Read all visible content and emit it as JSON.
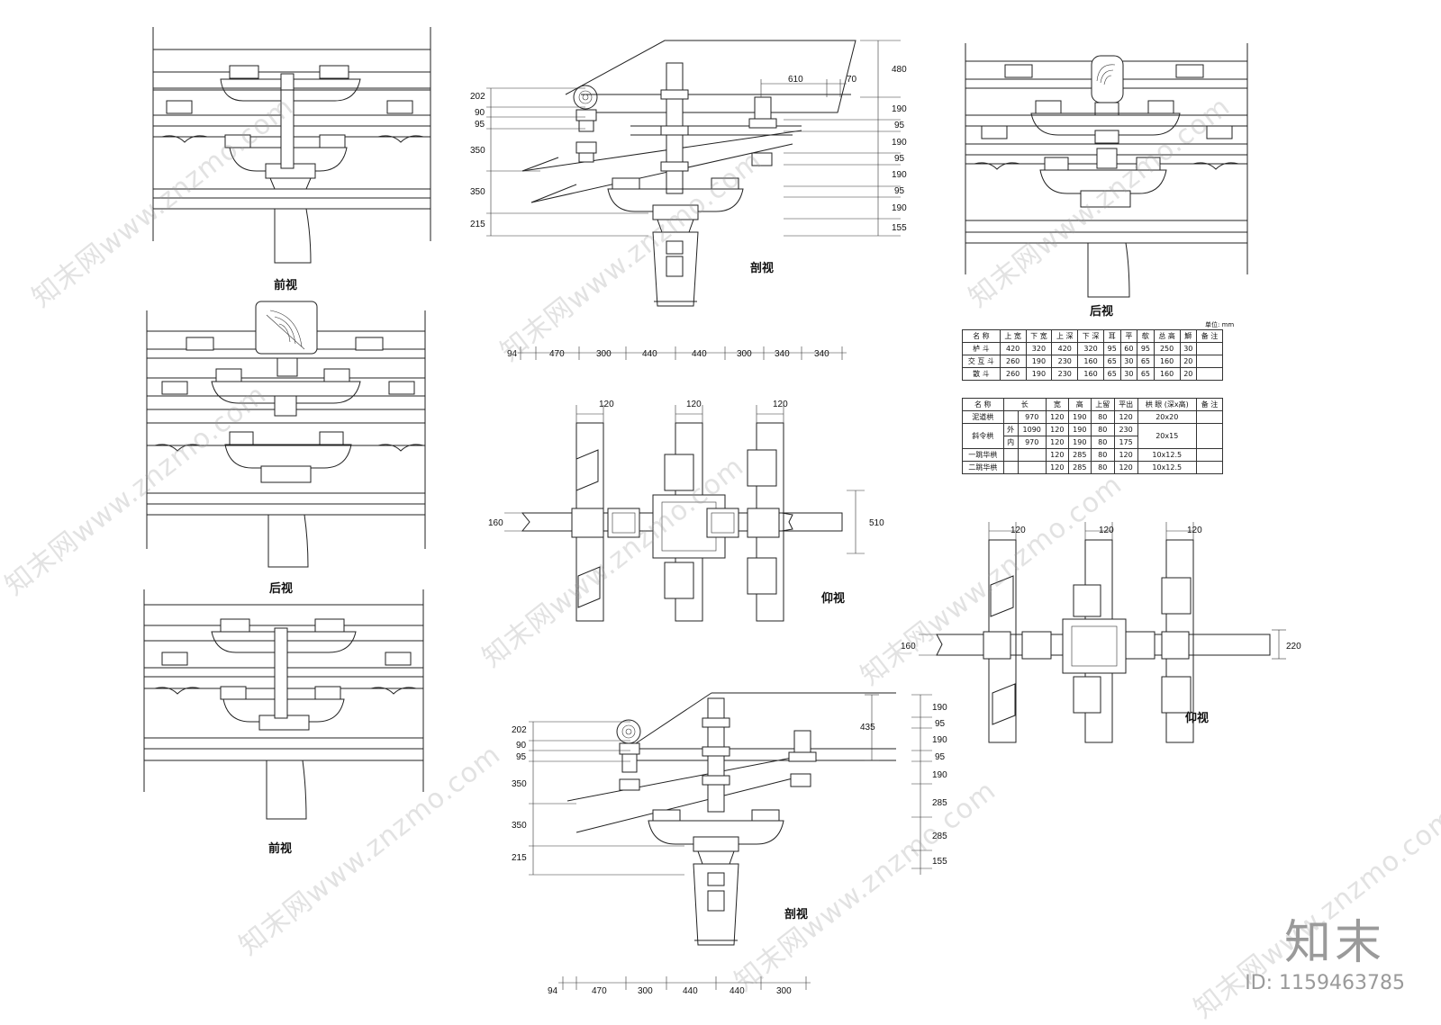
{
  "views": {
    "front_top": "前视",
    "section_top": "剖视",
    "rear_top_right": "后视",
    "rear_mid_left": "后视",
    "bottom_mid": "仰视",
    "bottom_right": "仰视",
    "front_bottom": "前视",
    "section_bottom": "剖视"
  },
  "dims": {
    "sec1_left": [
      "202",
      "90",
      "95",
      "350",
      "350",
      "215"
    ],
    "sec1_right": [
      "480",
      "190",
      "95",
      "190",
      "95",
      "190",
      "95",
      "190",
      "155"
    ],
    "sec1_top": [
      "610",
      "70"
    ],
    "sec1_bottom": [
      "94",
      "470",
      "300",
      "440",
      "440",
      "300",
      "340",
      "340"
    ],
    "plan1_top": [
      "120",
      "120",
      "120"
    ],
    "plan1_side": [
      "160",
      "510"
    ],
    "plan2_top": [
      "120",
      "120",
      "120"
    ],
    "plan2_side": [
      "160",
      "220"
    ],
    "sec2_left": [
      "202",
      "90",
      "95",
      "350",
      "350",
      "215"
    ],
    "sec2_right": [
      "190",
      "95",
      "190",
      "95",
      "190",
      "285",
      "285",
      "155"
    ],
    "sec2_mid": "435",
    "sec2_bottom": [
      "94",
      "470",
      "300",
      "440",
      "440",
      "300"
    ]
  },
  "table1": {
    "unit": "单位: mm",
    "headers": [
      "名 称",
      "上 宽",
      "下 宽",
      "上 深",
      "下 深",
      "耳",
      "平",
      "欹",
      "总 高",
      "鰤",
      "备 注"
    ],
    "rows": [
      [
        "栌 斗",
        "420",
        "320",
        "420",
        "320",
        "95",
        "60",
        "95",
        "250",
        "30",
        ""
      ],
      [
        "交 互 斗",
        "260",
        "190",
        "230",
        "160",
        "65",
        "30",
        "65",
        "160",
        "20",
        ""
      ],
      [
        "散 斗",
        "260",
        "190",
        "230",
        "160",
        "65",
        "30",
        "65",
        "160",
        "20",
        ""
      ]
    ]
  },
  "table2": {
    "headers": [
      "名 称",
      "长",
      "宽",
      "高",
      "上留",
      "平出",
      "栱 眼 (深x高)",
      "备 注"
    ],
    "rows": [
      [
        "泥道栱",
        "",
        "970",
        "120",
        "190",
        "80",
        "120",
        "20x20",
        ""
      ],
      [
        "斜令栱",
        "外",
        "1090",
        "120",
        "190",
        "80",
        "230",
        "20x15",
        ""
      ],
      [
        "",
        "内",
        "970",
        "120",
        "190",
        "80",
        "175",
        "",
        ""
      ],
      [
        "一跳华栱",
        "",
        "",
        "120",
        "285",
        "80",
        "120",
        "10x12.5",
        ""
      ],
      [
        "二跳华栱",
        "",
        "",
        "120",
        "285",
        "80",
        "120",
        "10x12.5",
        ""
      ]
    ]
  },
  "watermark": {
    "text": "知末网www.znzmo.com",
    "brand": "知末",
    "id": "ID: 1159463785"
  }
}
